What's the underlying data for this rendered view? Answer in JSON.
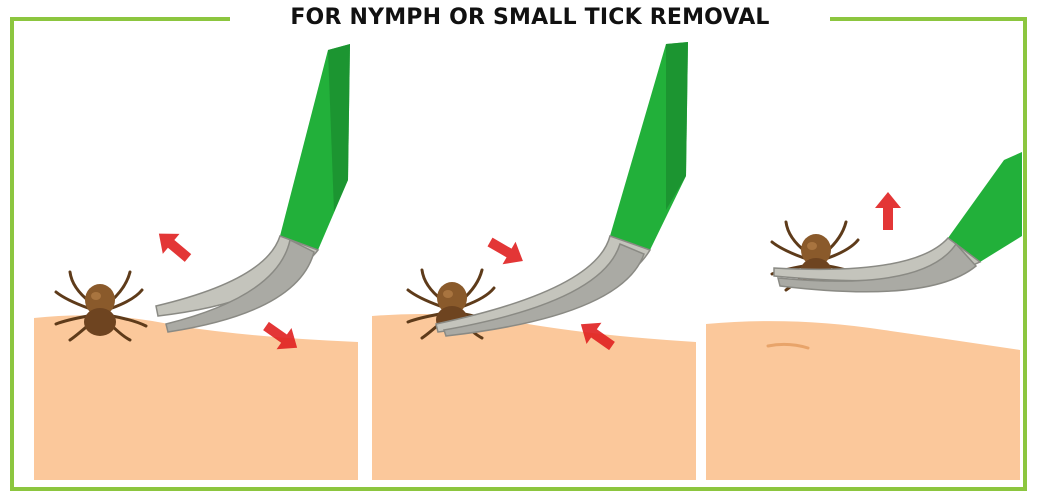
{
  "title": "FOR NYMPH OR SMALL TICK REMOVAL",
  "colors": {
    "frame": "#8cc63f",
    "skin": "#fbc89b",
    "tick": "#8a5a2b",
    "tweezer_handle": "#22b03a",
    "tweezer_tip": "#b8b8b0",
    "arrow": "#e02020"
  },
  "panels": [
    {
      "step": "grasp",
      "tick_icon": "tick-icon",
      "tool_icon": "tweezers-icon"
    },
    {
      "step": "squeeze",
      "tick_icon": "tick-icon",
      "tool_icon": "tweezers-icon"
    },
    {
      "step": "pull-up",
      "tick_icon": "tick-icon",
      "tool_icon": "tweezers-icon"
    }
  ]
}
